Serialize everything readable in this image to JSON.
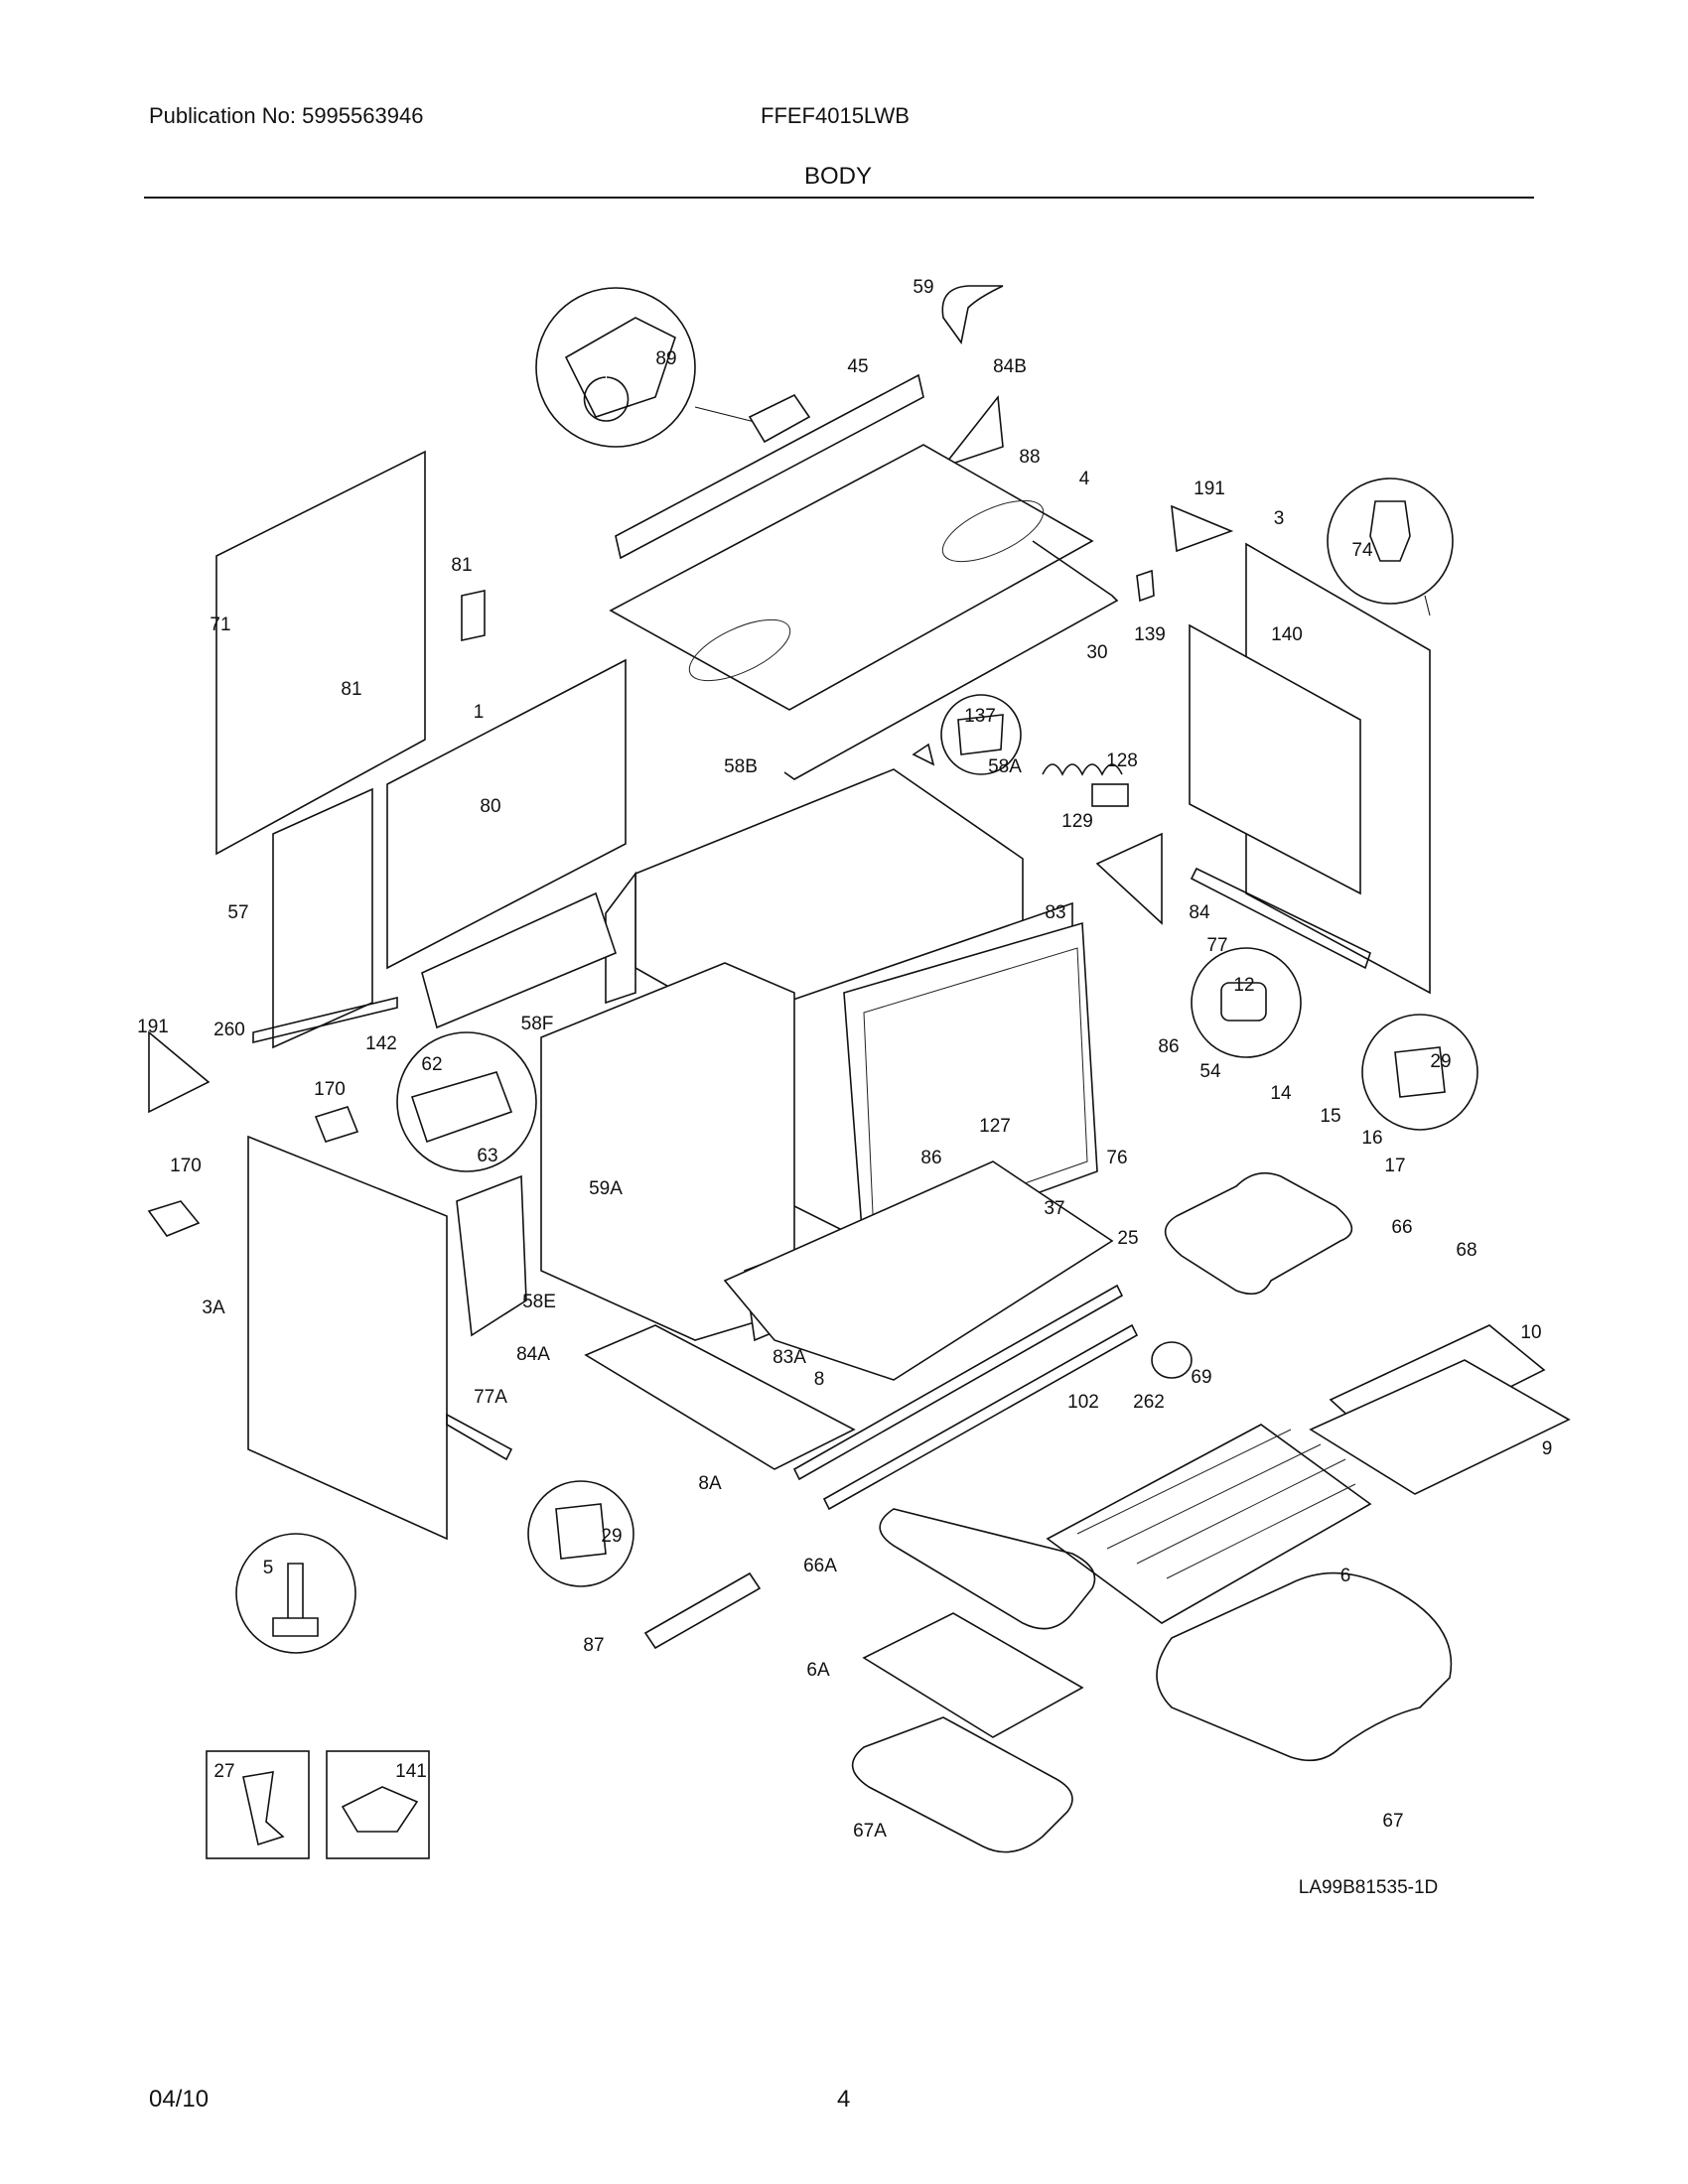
{
  "header": {
    "publication": "Publication No: 5995563946",
    "model": "FFEF4015LWB",
    "section": "BODY"
  },
  "diagram": {
    "drawing_id": "LA99B81535-1D",
    "callouts": [
      "59",
      "45",
      "84B",
      "89",
      "88",
      "4",
      "191",
      "3",
      "74",
      "81",
      "71",
      "30",
      "139",
      "140",
      "1",
      "81",
      "137",
      "128",
      "129",
      "58B",
      "58A",
      "80",
      "57",
      "83",
      "84",
      "77",
      "12",
      "29",
      "191",
      "260",
      "142",
      "58F",
      "62",
      "63",
      "86",
      "54",
      "14",
      "15",
      "16",
      "17",
      "170",
      "127",
      "86",
      "76",
      "37",
      "66",
      "68",
      "170",
      "59A",
      "25",
      "10",
      "3A",
      "58E",
      "84A",
      "83A",
      "8",
      "69",
      "262",
      "102",
      "9",
      "77A",
      "8A",
      "29",
      "5",
      "66A",
      "6",
      "87",
      "6A",
      "27",
      "141",
      "67",
      "67A"
    ]
  },
  "footer": {
    "date": "04/10",
    "page": "4"
  }
}
